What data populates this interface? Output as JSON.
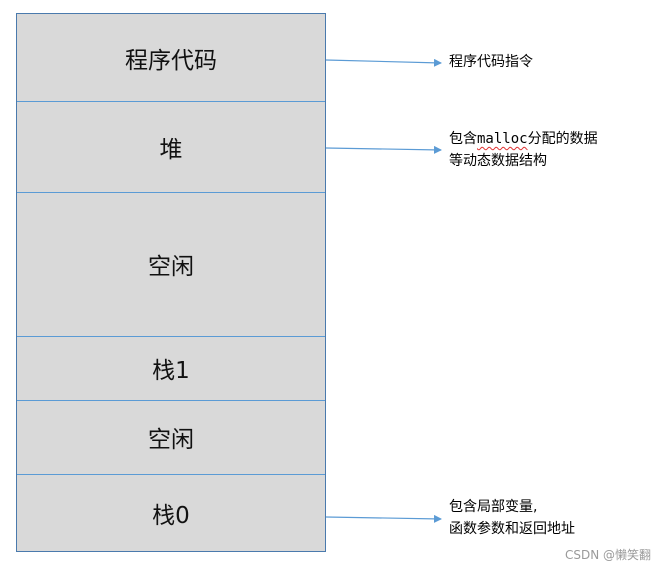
{
  "segments": [
    {
      "label": "程序代码"
    },
    {
      "label": "堆"
    },
    {
      "label": "空闲"
    },
    {
      "label": "栈1"
    },
    {
      "label": "空闲"
    },
    {
      "label": "栈0"
    }
  ],
  "annotations": {
    "code": {
      "line1": "程序代码指令"
    },
    "heap": {
      "line1_pre": "包含",
      "line1_code": "malloc",
      "line1_post": "分配的数据",
      "line2": "等动态数据结构"
    },
    "stack": {
      "line1": "包含局部变量,",
      "line2": "函数参数和返回地址"
    }
  },
  "watermark": "CSDN @懒笑翻",
  "colors": {
    "border": "#4a7aad",
    "divider": "#5b9bd5",
    "fill": "#d9d9d9",
    "arrow": "#5b9bd5"
  }
}
